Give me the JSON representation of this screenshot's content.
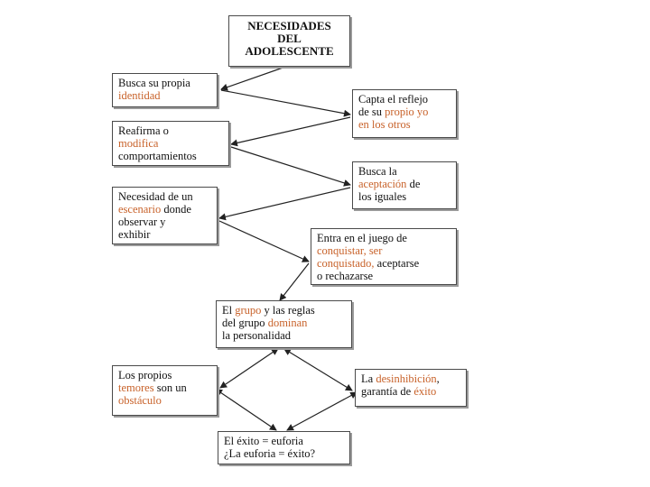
{
  "title": {
    "lines": [
      "NECESIDADES",
      "DEL",
      "ADOLESCENTE"
    ]
  },
  "boxes": {
    "identidad": [
      [
        {
          "t": "Busca su propia"
        }
      ],
      [
        {
          "t": "identidad",
          "o": true
        }
      ]
    ],
    "reflejo": [
      [
        {
          "t": "Capta el reflejo"
        }
      ],
      [
        {
          "t": "de su "
        },
        {
          "t": "propio yo",
          "o": true
        }
      ],
      [
        {
          "t": "en los otros",
          "o": true
        }
      ]
    ],
    "reafirma": [
      [
        {
          "t": "Reafirma o"
        }
      ],
      [
        {
          "t": "modifica",
          "o": true
        }
      ],
      [
        {
          "t": "comportamientos"
        }
      ]
    ],
    "aceptacion": [
      [
        {
          "t": "Busca la"
        }
      ],
      [
        {
          "t": "aceptación",
          "o": true
        },
        {
          "t": " de"
        }
      ],
      [
        {
          "t": "los iguales"
        }
      ]
    ],
    "escenario": [
      [
        {
          "t": "Necesidad de un"
        }
      ],
      [
        {
          "t": "escenario",
          "o": true
        },
        {
          "t": " donde"
        }
      ],
      [
        {
          "t": "observar y"
        }
      ],
      [
        {
          "t": "exhibir"
        }
      ]
    ],
    "conquistar": [
      [
        {
          "t": "Entra en el juego de"
        }
      ],
      [
        {
          "t": "conquistar, ser",
          "o": true
        }
      ],
      [
        {
          "t": "conquistado,",
          "o": true
        },
        {
          "t": " aceptarse"
        }
      ],
      [
        {
          "t": "o rechazarse"
        }
      ]
    ],
    "grupo": [
      [
        {
          "t": "El "
        },
        {
          "t": "grupo",
          "o": true
        },
        {
          "t": " y las reglas"
        }
      ],
      [
        {
          "t": "del grupo "
        },
        {
          "t": "dominan",
          "o": true
        }
      ],
      [
        {
          "t": "la personalidad"
        }
      ]
    ],
    "temores": [
      [
        {
          "t": "Los propios"
        }
      ],
      [
        {
          "t": "temores",
          "o": true
        },
        {
          "t": " son un"
        }
      ],
      [
        {
          "t": "obstáculo",
          "o": true
        }
      ]
    ],
    "desinhibicion": [
      [
        {
          "t": "La "
        },
        {
          "t": "desinhibición",
          "o": true
        },
        {
          "t": ","
        }
      ],
      [
        {
          "t": "garantía de "
        },
        {
          "t": "éxito",
          "o": true
        }
      ]
    ],
    "euforia": [
      [
        {
          "t": "El éxito = euforia"
        }
      ],
      [
        {
          "t": "¿La euforia = éxito?"
        }
      ]
    ]
  },
  "colors": {
    "accent": "#c8622a",
    "text": "#111111",
    "border": "#4a4a4a"
  }
}
